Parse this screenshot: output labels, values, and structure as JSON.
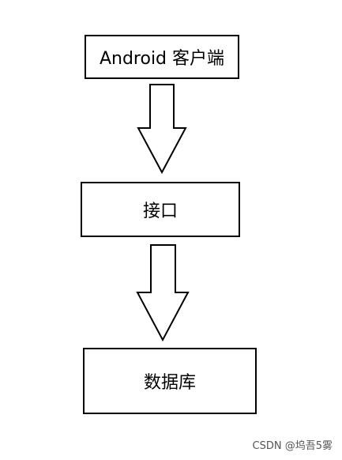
{
  "diagram": {
    "nodes": [
      {
        "id": "client",
        "label": "Android 客户端"
      },
      {
        "id": "api",
        "label": "接口"
      },
      {
        "id": "db",
        "label": "数据库"
      }
    ],
    "edges": [
      {
        "from": "client",
        "to": "api"
      },
      {
        "from": "api",
        "to": "db"
      }
    ]
  },
  "watermark": "CSDN @坞吾5雾",
  "colors": {
    "stroke": "#000000",
    "fill": "#ffffff",
    "watermark": "#555555"
  }
}
